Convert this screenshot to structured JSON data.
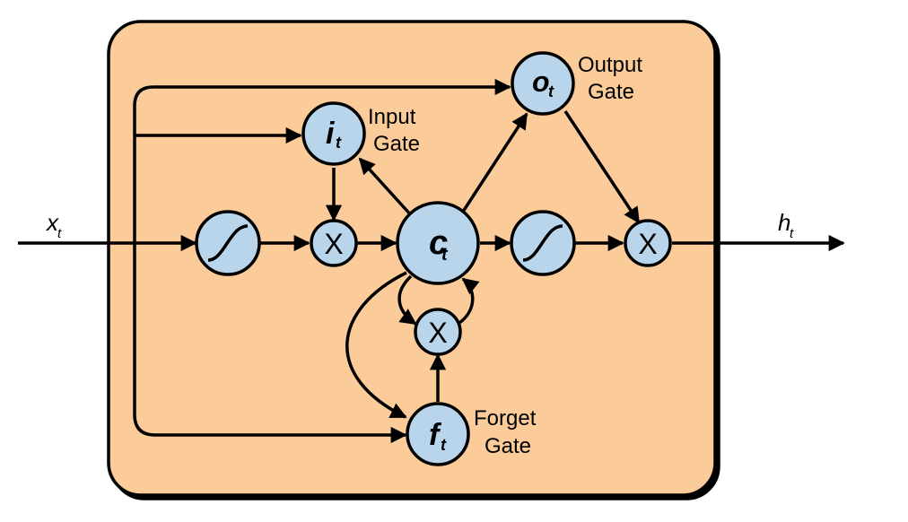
{
  "colors": {
    "cell_fill": "#fbcb9a",
    "node_fill": "#b8d5ec",
    "stroke": "#000000"
  },
  "io": {
    "input": {
      "main": "x",
      "sub": "t"
    },
    "output": {
      "main": "h",
      "sub": "t"
    }
  },
  "nodes": {
    "input_gate": {
      "main": "i",
      "sub": "t",
      "caption": [
        "Input",
        "Gate"
      ]
    },
    "output_gate": {
      "main": "o",
      "sub": "t",
      "caption": [
        "Output",
        "Gate"
      ]
    },
    "forget_gate": {
      "main": "f",
      "sub": "t",
      "caption": [
        "Forget",
        "Gate"
      ]
    },
    "cell_state": {
      "main": "c",
      "sub": "t"
    },
    "multiply_symbol": "X",
    "activation_icon": "sigmoid-curve-icon"
  }
}
